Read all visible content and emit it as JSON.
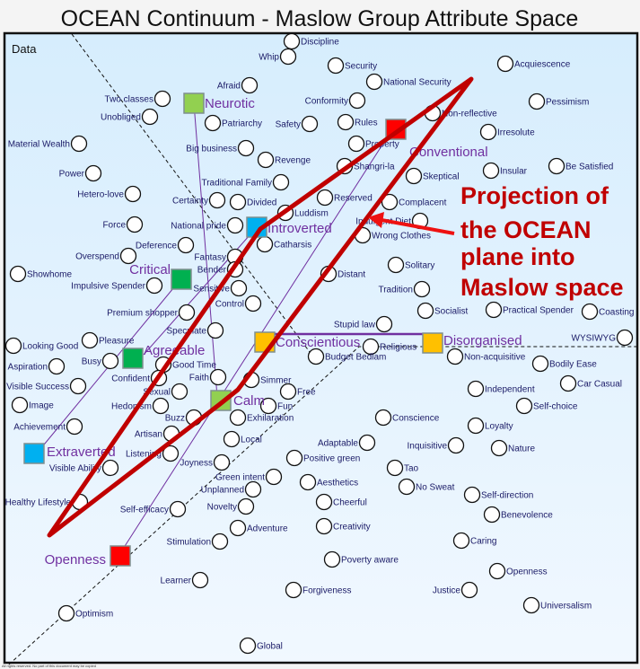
{
  "title": "OCEAN Continuum - Maslow Group Attribute Space",
  "panel_label": "Data",
  "footer": "All rights reserved. No part of this document may be copied",
  "annotation": [
    "Projection of",
    "the OCEAN",
    "plane into",
    "Maslow space"
  ],
  "colors": {
    "projection": "#c00000",
    "arrow": "#ee1111",
    "factor_link": "#7030a0",
    "node_text": "#1a1a66"
  },
  "factors": [
    {
      "label": "Neurotic",
      "color": "#92d050"
    },
    {
      "label": "Conventional",
      "color": "#ff0000"
    },
    {
      "label": "Introverted",
      "color": "#00b0f0"
    },
    {
      "label": "Critical",
      "color": "#00b050"
    },
    {
      "label": "Agreeable",
      "color": "#00b050"
    },
    {
      "label": "Conscientious",
      "color": "#ffc000"
    },
    {
      "label": "Disorganised",
      "color": "#ffc000"
    },
    {
      "label": "Calm",
      "color": "#92d050"
    },
    {
      "label": "Extraverted",
      "color": "#00b0f0"
    },
    {
      "label": "Openness",
      "color": "#ff0000"
    }
  ],
  "nodes": [
    "Discipline",
    "Whip",
    "Security",
    "National Security",
    "Acquiescence",
    "Afraid",
    "Two classes",
    "Unobliged",
    "Patriarchy",
    "Safety",
    "Conformity",
    "Rules",
    "Non-reflective",
    "Pessimism",
    "Irresolute",
    "Property",
    "Material Wealth",
    "Big business",
    "Revenge",
    "Power",
    "Shangri-la",
    "Skeptical",
    "Traditional Family",
    "Insular",
    "Hetero-love",
    "Certainty",
    "Divided",
    "Reserved",
    "Complacent",
    "Luddism",
    "Force",
    "National pride",
    "Indulgent Diet",
    "Be Satisfied",
    "Catharsis",
    "Wrong Clothes",
    "Deference",
    "Overspend",
    "Fantasy",
    "Practical Spender",
    "Showhome",
    "Bender",
    "Distant",
    "Solitary",
    "Impulsive Spender",
    "Sensitive",
    "Tradition",
    "Control",
    "Premium shopper",
    "Socialist",
    "Coasting",
    "Stupid law",
    "Looking Good",
    "Pleasure",
    "Speculate",
    "WYSIWYG",
    "Religious",
    "Budget Bedlam",
    "Non-acquisitive",
    "Aspiration",
    "Busy",
    "Good Time",
    "Bodily Ease",
    "Confident",
    "Faith",
    "Simmer",
    "Car Casual",
    "Visible Success",
    "Independent",
    "Free",
    "Sexual",
    "Image",
    "Fun",
    "Self-choice",
    "Hedonism",
    "Buzz",
    "Exhilaration",
    "Conscience",
    "Loyalty",
    "Achievement",
    "Adaptable",
    "Inquisitive",
    "Nature",
    "Artisan",
    "Local",
    "Listening",
    "Positive green",
    "Visible Ability",
    "Joyness",
    "Tao",
    "Green intent",
    "Aesthetics",
    "No Sweat",
    "Unplanned",
    "Self-direction",
    "Healthy Lifestyle",
    "Cheerful",
    "Novelty",
    "Self-efficacy",
    "Benevolence",
    "Creativity",
    "Adventure",
    "Stimulation",
    "Caring",
    "Poverty aware",
    "Openness",
    "Learner",
    "Forgiveness",
    "Justice",
    "Universalism",
    "Optimism",
    "Global"
  ]
}
